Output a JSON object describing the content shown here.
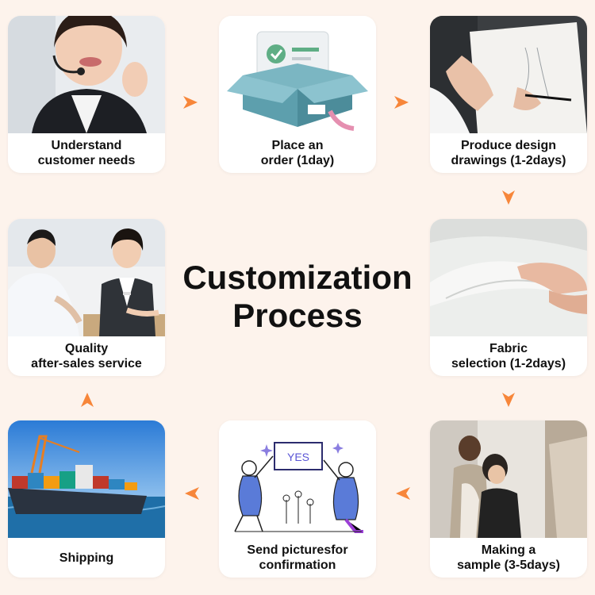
{
  "title": {
    "line1": "Customization",
    "line2": "Process"
  },
  "steps": [
    {
      "line1": "Understand",
      "line2": "customer needs",
      "icon": "customer-service-photo"
    },
    {
      "line1": "Place an",
      "line2": "order (1day)",
      "icon": "order-box-photo"
    },
    {
      "line1": "Produce design",
      "line2": "drawings (1-2days)",
      "icon": "design-drawing-photo"
    },
    {
      "line1": "Fabric",
      "line2": "selection (1-2days)",
      "icon": "fabric-photo"
    },
    {
      "line1": "Making a",
      "line2": "sample (3-5days)",
      "icon": "sample-making-photo"
    },
    {
      "line1": "Send picturesfor",
      "line2": "confirmation",
      "icon": "confirmation-photo",
      "sign": "YES"
    },
    {
      "line1": "Shipping",
      "line2": "",
      "icon": "cargo-ship-photo"
    },
    {
      "line1": "Quality",
      "line2": "after-sales service",
      "icon": "after-sales-photo"
    }
  ],
  "colors": {
    "background": "#fdf3ec",
    "arrow": "#f7863a",
    "card": "#ffffff"
  }
}
